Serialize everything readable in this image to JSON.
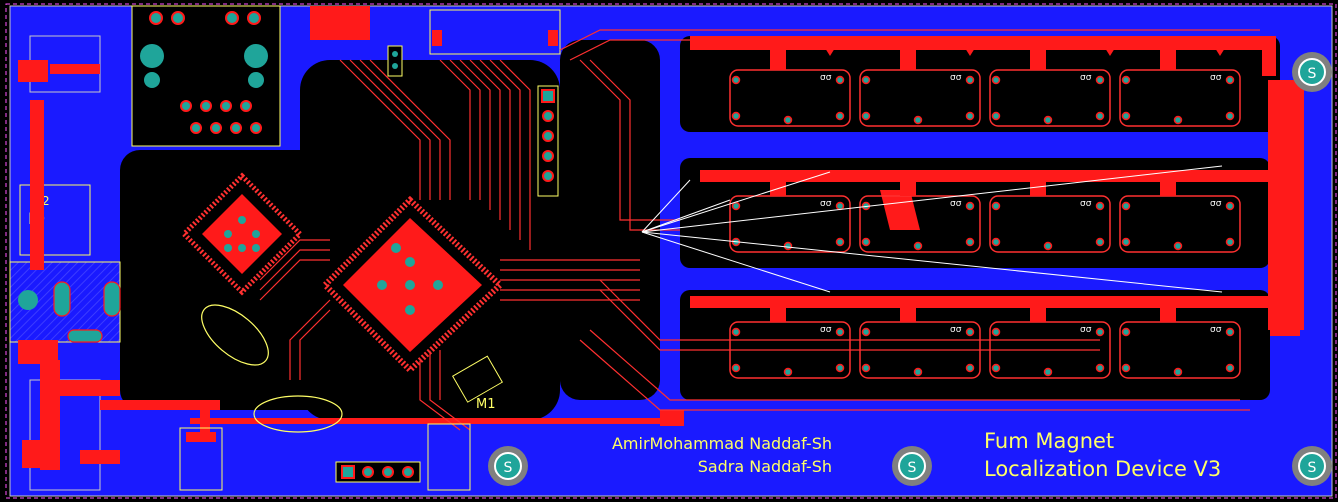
{
  "colors": {
    "background": "#000000",
    "copper_bottom": "#1a1aff",
    "copper_top": "#ff1a1a",
    "silkscreen": "#ffff66",
    "outline": "#c8c8c8",
    "pad_hole": "#1fa59a"
  },
  "silkscreen": {
    "authors": [
      "AmirMohammad Naddaf-Sh",
      "Sadra Naddaf-Sh"
    ],
    "title_lines": [
      "Fum Magnet",
      "Localization Device V3"
    ],
    "mount_hole_label": "S",
    "designator_m1": "M1",
    "designator_id": "ID",
    "designator_two": "2",
    "sensor_label": "σσ"
  }
}
